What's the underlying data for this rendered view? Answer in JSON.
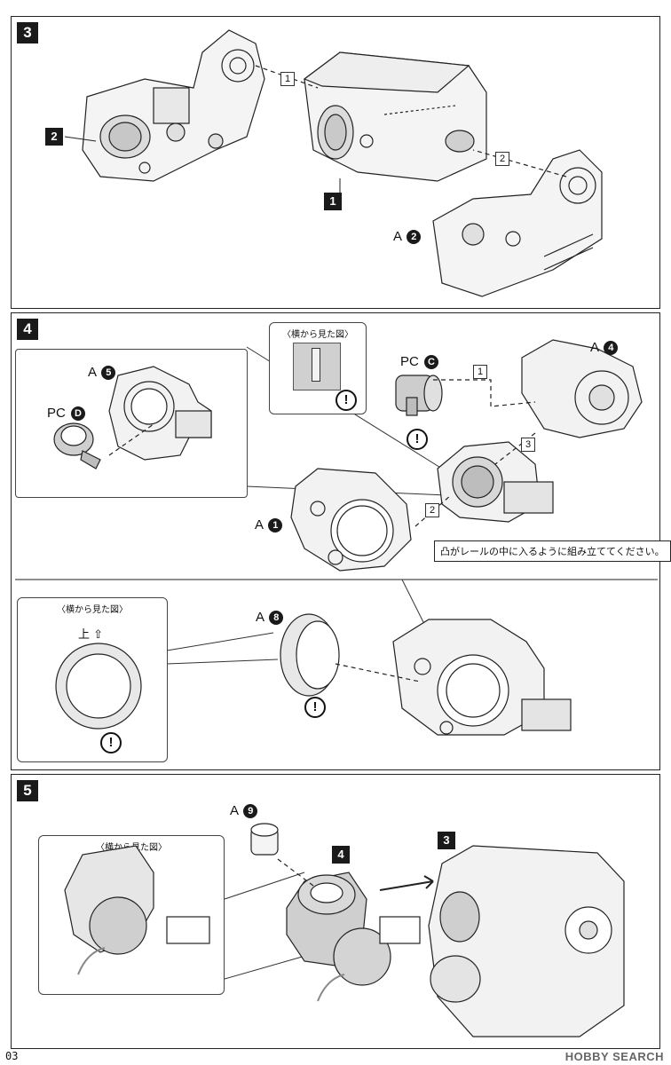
{
  "page_number": "03",
  "watermark": "HOBBY SEARCH",
  "warning_glyph": "!",
  "steps": {
    "s3": {
      "number": "3",
      "callouts": [
        "2",
        "1"
      ],
      "part_ref": {
        "letter": "A",
        "num": "2"
      },
      "seq": [
        "1",
        "2"
      ]
    },
    "s4": {
      "number": "4",
      "side_view_title": "〈横から見た図〉",
      "parts": {
        "a5": {
          "letter": "A",
          "num": "5"
        },
        "pcd": {
          "letter": "PC",
          "num": "D"
        },
        "pcc": {
          "letter": "PC",
          "num": "C"
        },
        "a4": {
          "letter": "A",
          "num": "4"
        },
        "a1": {
          "letter": "A",
          "num": "1"
        },
        "a8": {
          "letter": "A",
          "num": "8"
        }
      },
      "seq": [
        "1",
        "2",
        "3"
      ],
      "note": "凸がレールの中に入るように組み立ててください。",
      "up_label": "上",
      "up_arrow": "⇧"
    },
    "s5": {
      "number": "5",
      "side_view_title": "〈横から見た図〉",
      "part_ref": {
        "letter": "A",
        "num": "9"
      },
      "callouts": [
        "4",
        "3"
      ]
    }
  }
}
